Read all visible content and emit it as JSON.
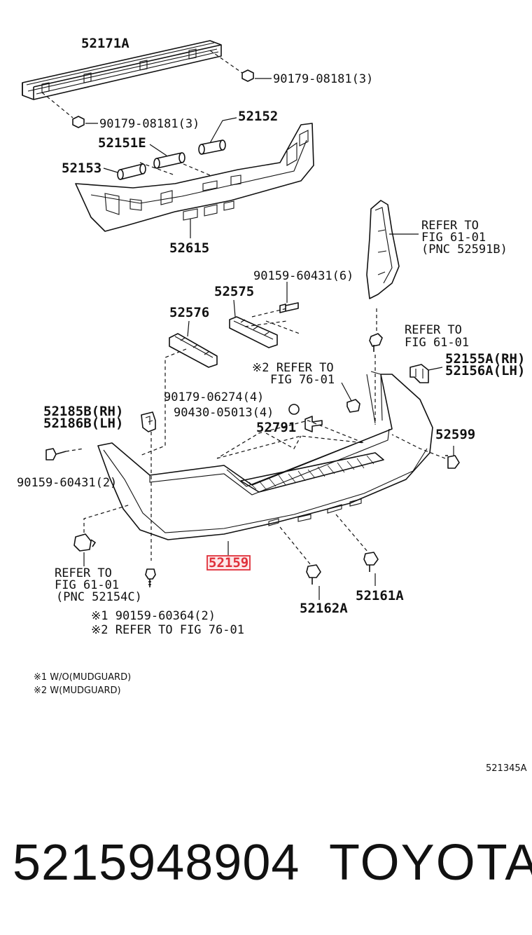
{
  "labels": {
    "p52171A": "52171A",
    "p90179_08181_a": "90179-08181(3)",
    "p90179_08181_b": "90179-08181(3)",
    "p52152": "52152",
    "p52151E": "52151E",
    "p52153": "52153",
    "p52615": "52615",
    "refer_61_top_1": "REFER TO",
    "refer_61_top_2": "FIG 61-01",
    "refer_61_top_3": "(PNC 52591B)",
    "p90159_60431_6": "90159-60431(6)",
    "p52575": "52575",
    "p52576": "52576",
    "refer_61_mid_1": "REFER TO",
    "refer_61_mid_2": "FIG 61-01",
    "refer_76_1": "※2 REFER TO",
    "refer_76_2": "FIG 76-01",
    "p52155A": "52155A(RH)",
    "p52156A": "52156A(LH)",
    "p90179_06274": "90179-06274(4)",
    "p90430_05013": "90430-05013(4)",
    "p52185B": "52185B(RH)",
    "p52186B": "52186B(LH)",
    "p52791": "52791",
    "p52599": "52599",
    "p90159_60431_2": "90159-60431(2)",
    "p52159": "52159",
    "refer_61_bot_1": "REFER TO",
    "refer_61_bot_2": "FIG 61-01",
    "refer_61_bot_3": "(PNC 52154C)",
    "p52162A": "52162A",
    "p52161A": "52161A",
    "foot_1": "※1 90159-60364(2)",
    "foot_2": "※2 REFER TO FIG 76-01"
  },
  "legend": {
    "line1": "※1  W/O(MUDGUARD)",
    "line2": "※2  W(MUDGUARD)"
  },
  "figure_code": "521345A",
  "footer": {
    "part_number": "5215948904",
    "brand": "TOYOTA"
  },
  "colors": {
    "highlight": "#e0303a",
    "ink": "#111111"
  }
}
